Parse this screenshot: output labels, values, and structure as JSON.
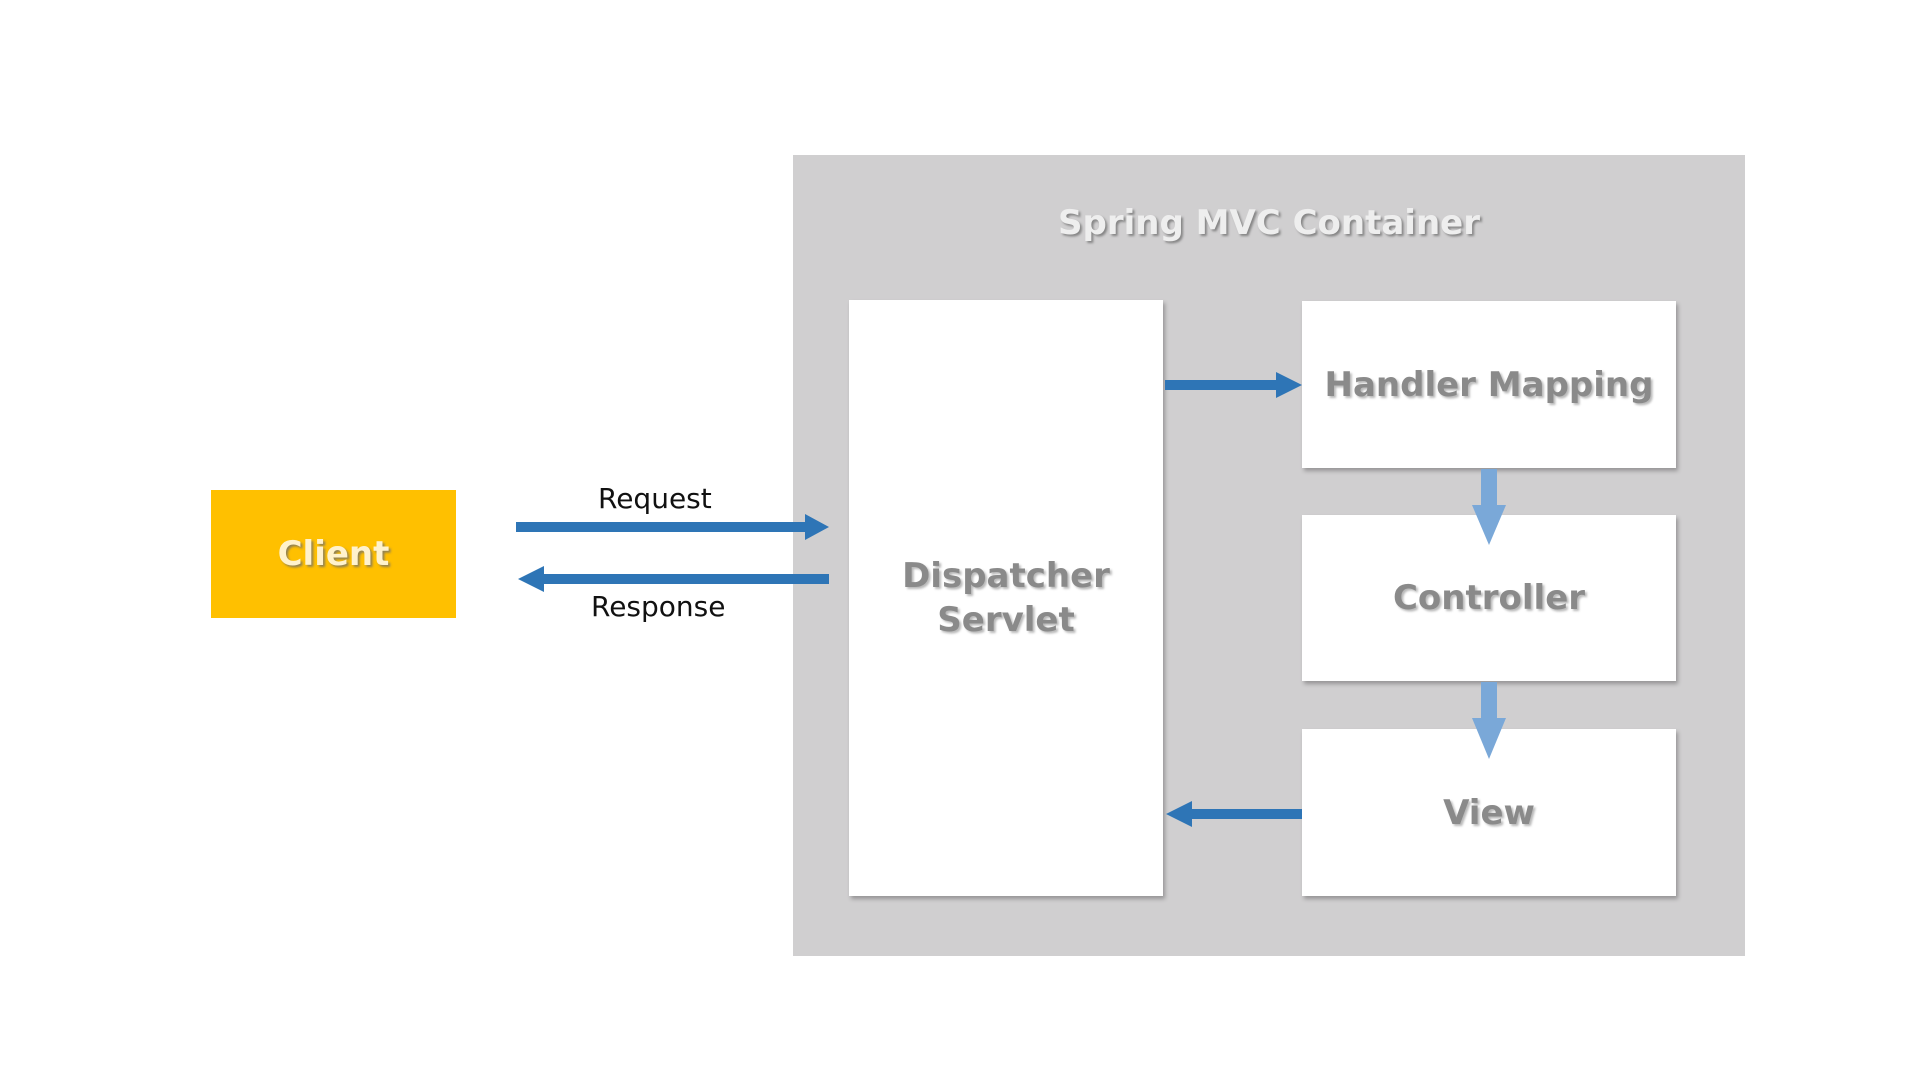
{
  "diagram": {
    "client": {
      "label": "Client"
    },
    "container": {
      "title": "Spring MVC Container",
      "components": {
        "dispatcher": {
          "label": "Dispatcher\nServlet"
        },
        "handler_mapping": {
          "label": "Handler Mapping"
        },
        "controller": {
          "label": "Controller"
        },
        "view": {
          "label": "View"
        }
      }
    },
    "flows": {
      "request": "Request",
      "response": "Response"
    }
  },
  "colors": {
    "client_fill": "#ffc000",
    "container_fill": "#d0cfd0",
    "arrow_primary": "#2e75b6",
    "arrow_secondary": "#7aa8d8"
  }
}
